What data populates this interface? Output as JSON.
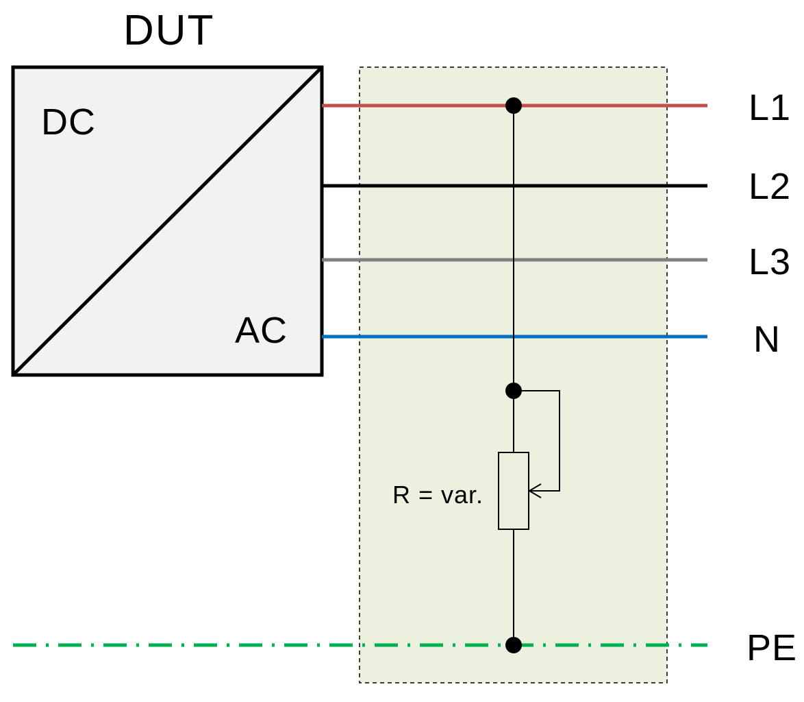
{
  "device": {
    "title": "DUT",
    "input_label": "DC",
    "output_label": "AC"
  },
  "conductors": {
    "l1": {
      "label": "L1",
      "color": "#C0504D"
    },
    "l2": {
      "label": "L2",
      "color": "#000000"
    },
    "l3": {
      "label": "L3",
      "color": "#808080"
    },
    "n": {
      "label": "N",
      "color": "#0070C0"
    },
    "pe": {
      "label": "PE",
      "color": "#00B050"
    }
  },
  "test_box": {
    "fill": "#EBF1DE",
    "resistor_label": "R = var."
  }
}
